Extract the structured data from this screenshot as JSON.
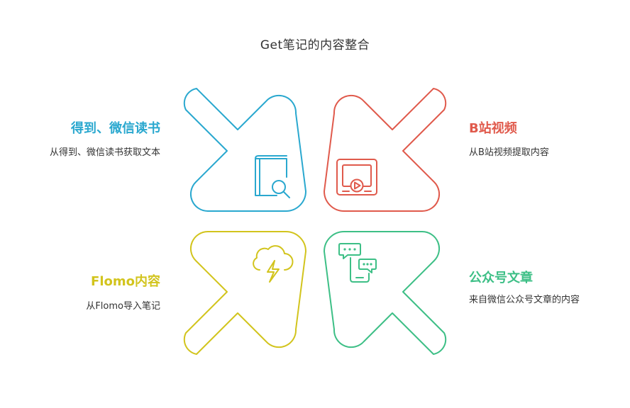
{
  "title": "Get笔记的内容整合",
  "colors": {
    "blue": "#2aa8cf",
    "red": "#e05a4c",
    "yellow": "#d2c41d",
    "green": "#3dbf86"
  },
  "sources": [
    {
      "key": "dedao",
      "label": "得到、微信读书",
      "desc": "从得到、微信读书获取文本",
      "icon": "book-search-icon"
    },
    {
      "key": "bilibili",
      "label": "B站视频",
      "desc": "从B站视频提取内容",
      "icon": "video-player-icon"
    },
    {
      "key": "flomo",
      "label": "Flomo内容",
      "desc": "从Flomo导入笔记",
      "icon": "cloud-lightning-icon"
    },
    {
      "key": "wechat",
      "label": "公众号文章",
      "desc": "来自微信公众号文章的内容",
      "icon": "phone-chat-icon"
    }
  ]
}
